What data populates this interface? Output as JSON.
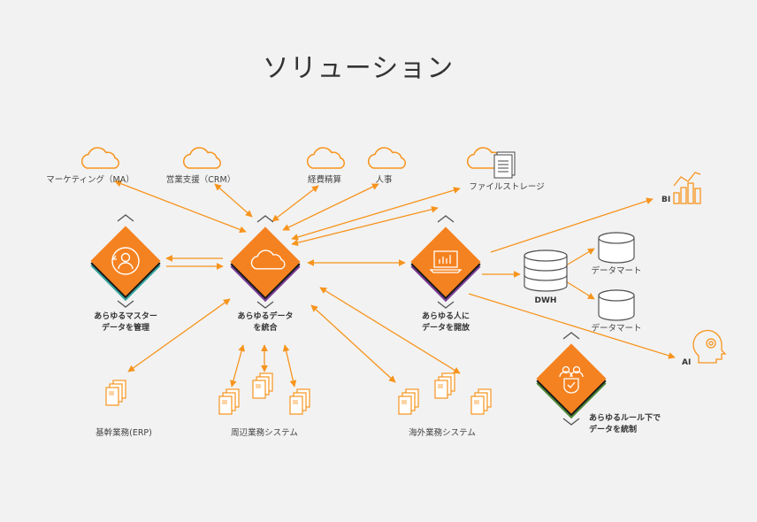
{
  "title": "ソリューション",
  "clouds": [
    {
      "label": "マーケティング（MA）"
    },
    {
      "label": "営業支援（CRM）"
    },
    {
      "label": "経費精算"
    },
    {
      "label": "人事"
    },
    {
      "label": "ファイルストレージ"
    }
  ],
  "hubs": {
    "master": {
      "line1": "あらゆるマスター",
      "line2": "データを管理"
    },
    "integrate": {
      "line1": "あらゆるデータ",
      "line2": "を統合"
    },
    "open": {
      "line1": "あらゆる人に",
      "line2": "データを開放"
    },
    "governance": {
      "line1": "あらゆるルール下で",
      "line2": "データを統制"
    }
  },
  "outputs": {
    "bi": "BI",
    "dwh": "DWH",
    "datamart1": "データマート",
    "datamart2": "データマート",
    "ai": "AI"
  },
  "systems": {
    "erp": "基幹業務(ERP)",
    "peripheral": "周辺業務システム",
    "overseas": "海外業務システム"
  },
  "colors": {
    "accent": "#f58220",
    "shadow": "#1a1a1a",
    "teal": "#3aa6a0",
    "purple": "#7b3f98",
    "arrow": "#f7941d"
  }
}
